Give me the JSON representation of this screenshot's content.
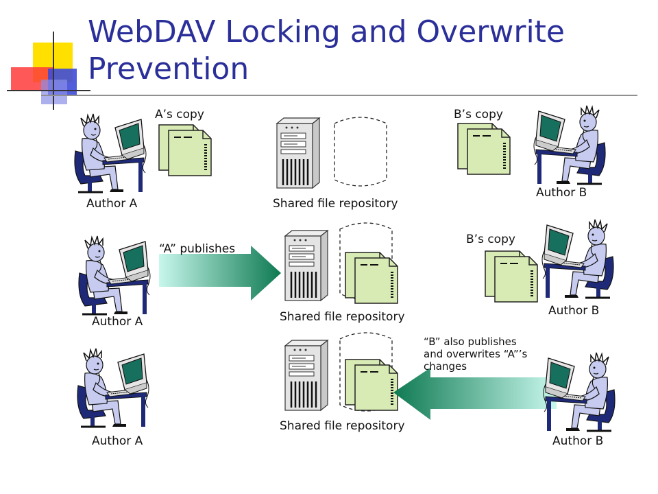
{
  "slide": {
    "title_line1": "WebDAV Locking and Overwrite",
    "title_line2": "Prevention"
  },
  "row1": {
    "author_a": "Author A",
    "a_copy": "A’s copy",
    "repository": "Shared file repository",
    "b_copy": "B’s copy",
    "author_b": "Author B"
  },
  "row2": {
    "author_a": "Author A",
    "a_publishes": "“A” publishes",
    "repository": "Shared file repository",
    "b_copy": "B’s copy",
    "author_b": "Author B"
  },
  "row3": {
    "author_a": "Author A",
    "b_note_line1": "“B” also publishes",
    "b_note_line2": "and overwrites “A”’s",
    "b_note_line3": "changes",
    "repository": "Shared file repository",
    "author_b": "Author B"
  },
  "colors": {
    "title": "#2b2f99",
    "document": "#d8ebb5",
    "arrow_dark": "#0e7a52",
    "arrow_light": "#c8f7ec"
  }
}
